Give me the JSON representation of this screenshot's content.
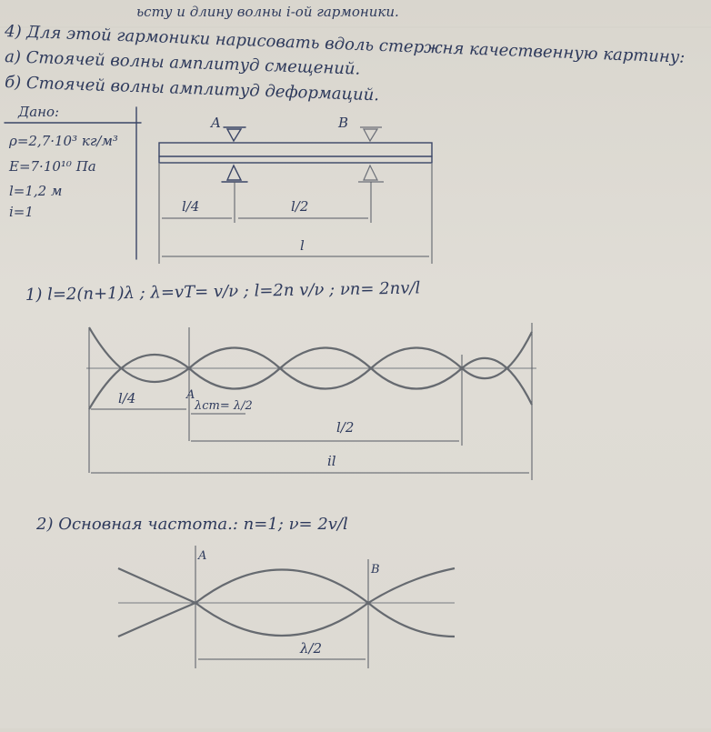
{
  "header": {
    "line0": "ьсту и длину волны i-ой гармоники.",
    "line1": "4) Для этой гармоники нарисовать вдоль стержня качественную картину:",
    "line2": "а) Стоячей волны амплитуд смещений.",
    "line3": "б) Стоячей волны амплитуд деформаций."
  },
  "given": {
    "title": "Дано:",
    "rho": "ρ=2,7·10³ кг/м³",
    "E": "E=7·10¹⁰ Па",
    "l": "l=1,2 м",
    "i": "i=1"
  },
  "figure1": {
    "A": "A",
    "B": "B",
    "quarter": "l/4",
    "half": "l/2",
    "full": "l"
  },
  "step1": {
    "formula": "1) l=2(n+1)λ ;   λ=vT= v/ν ;   l=2n v/ν ;   νn= 2nv/l",
    "A": "A",
    "quarter": "l/4",
    "lambda_half": "λст= λ/2",
    "half": "l/2",
    "il": "il"
  },
  "step2": {
    "formula": "2) Основная частота.:  n=1;  ν= 2v/l",
    "A": "A",
    "B": "B",
    "lambda_half": "λ/2"
  }
}
